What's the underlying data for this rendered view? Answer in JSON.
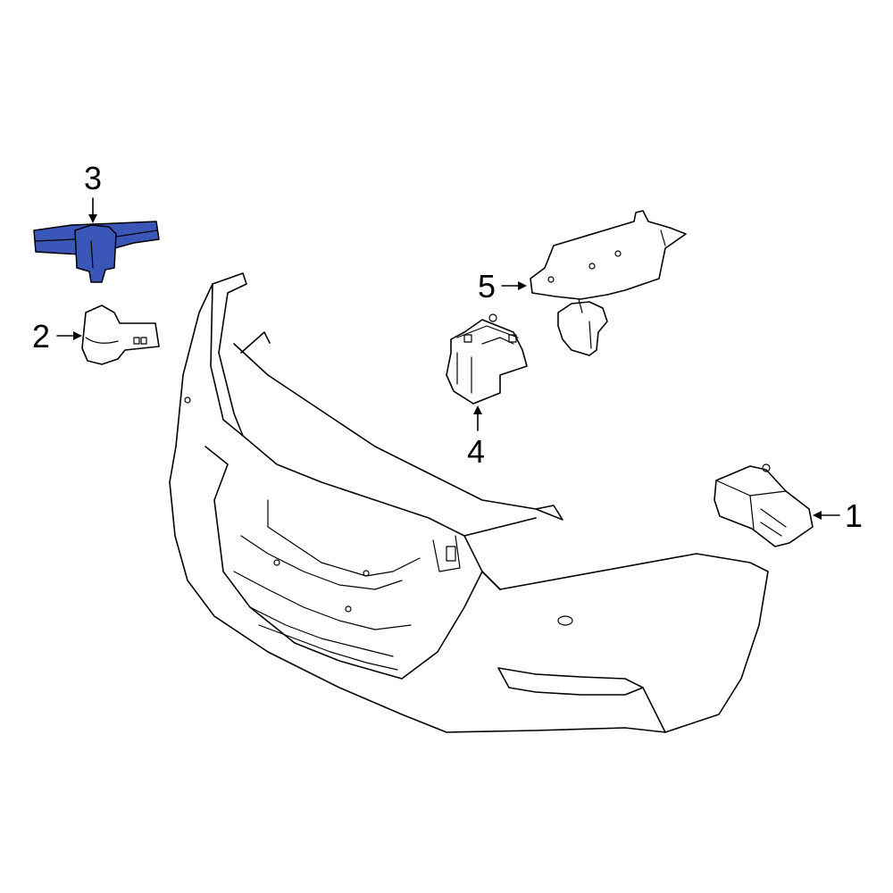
{
  "colors": {
    "highlight": "#3a56b8",
    "line": "#000000",
    "background": "#ffffff"
  },
  "callouts": [
    {
      "id": "1",
      "label": "1"
    },
    {
      "id": "2",
      "label": "2"
    },
    {
      "id": "3",
      "label": "3"
    },
    {
      "id": "4",
      "label": "4"
    },
    {
      "id": "5",
      "label": "5"
    }
  ]
}
